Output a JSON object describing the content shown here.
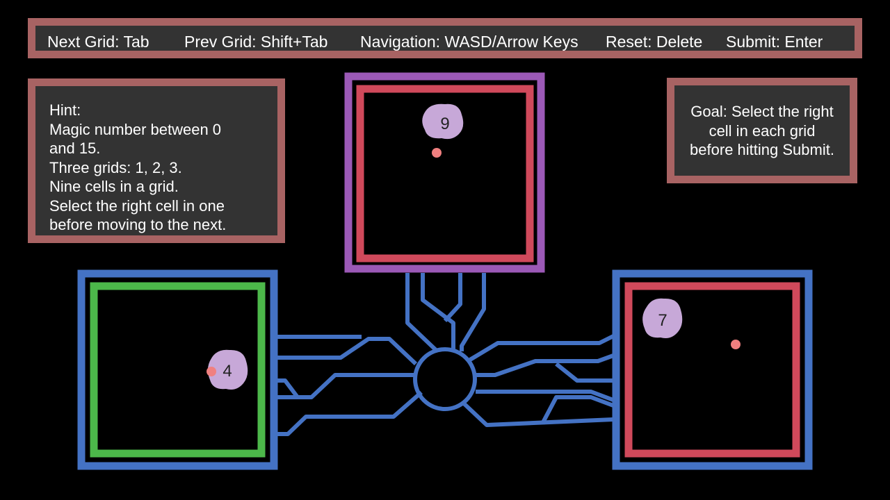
{
  "controls": [
    {
      "label": "Next Grid: Tab"
    },
    {
      "label": "Prev Grid: Shift+Tab"
    },
    {
      "label": "Navigation: WASD/Arrow Keys"
    },
    {
      "label": "Reset: Delete"
    },
    {
      "label": "Submit: Enter"
    }
  ],
  "hint": {
    "lines": [
      "Hint:",
      "Magic number between 0",
      "and 15.",
      "Three grids: 1, 2, 3.",
      "Nine cells in a grid.",
      "Select the right cell in one",
      "before moving to the next."
    ]
  },
  "goal": {
    "lines": [
      "Goal: Select the right",
      "cell in each grid",
      "before hitting Submit."
    ]
  },
  "grids": [
    {
      "id": "top",
      "number": "9",
      "outer_color": "#9b59b6",
      "inner_color": "#d0495b"
    },
    {
      "id": "left",
      "number": "4",
      "outer_color": "#4472c4",
      "inner_color": "#4cb84a"
    },
    {
      "id": "right",
      "number": "7",
      "outer_color": "#4472c4",
      "inner_color": "#d0495b"
    }
  ],
  "colors": {
    "panel_bg": "#333333",
    "panel_border": "#a86363",
    "wire": "#4472c4",
    "cursor_dot": "#f08080",
    "number_blob": "#c7a8d8",
    "number_text": "#222222"
  }
}
